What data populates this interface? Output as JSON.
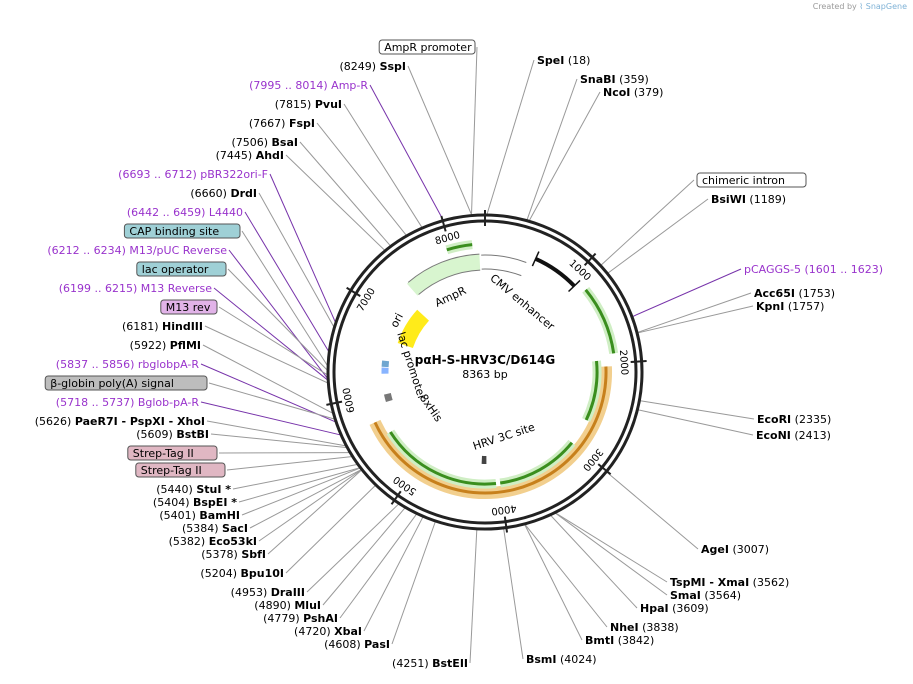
{
  "credit": {
    "prefix": "Created by",
    "logo": "dna-helix-icon",
    "brand": "SnapGene"
  },
  "plasmid": {
    "name": "pαH-S-HRV3C/D614G",
    "length_label": "8363 bp",
    "length": 8363
  },
  "colors": {
    "enzyme": "#000000",
    "primer": "#9933cc",
    "leader": "#999999",
    "feature_line": "#7733aa"
  },
  "ticks": [
    "1000",
    "2000",
    "3000",
    "4000",
    "5000",
    "6000",
    "7000",
    "8000"
  ],
  "left_labels": [
    {
      "kind": "box",
      "text": "AmpR promoter",
      "fill": "#ffffff",
      "stroke": "#555555"
    },
    {
      "kind": "enz",
      "pos": "(8249)",
      "name": "SspI"
    },
    {
      "kind": "primer",
      "text": "(7995 .. 8014)  Amp-R"
    },
    {
      "kind": "enz",
      "pos": "(7815)",
      "name": "PvuI"
    },
    {
      "kind": "enz",
      "pos": "(7667)",
      "name": "FspI"
    },
    {
      "kind": "enz",
      "pos": "(7506)",
      "name": "BsaI"
    },
    {
      "kind": "enz",
      "pos": "(7445)",
      "name": "AhdI"
    },
    {
      "kind": "primer",
      "text": "(6693 .. 6712)  pBR322ori-F"
    },
    {
      "kind": "enz",
      "pos": "(6660)",
      "name": "DrdI"
    },
    {
      "kind": "primer",
      "text": "(6442 .. 6459)  L4440"
    },
    {
      "kind": "box",
      "text": "CAP binding site",
      "fill": "#9fd0d6",
      "stroke": "#555555"
    },
    {
      "kind": "primer",
      "text": "(6212 .. 6234)  M13/pUC Reverse"
    },
    {
      "kind": "box",
      "text": "lac operator",
      "fill": "#9fd0d6",
      "stroke": "#555555"
    },
    {
      "kind": "primer",
      "text": "(6199 .. 6215)  M13 Reverse"
    },
    {
      "kind": "box",
      "text": "M13 rev",
      "fill": "#e1b3e8",
      "stroke": "#555555"
    },
    {
      "kind": "enz",
      "pos": "(6181)",
      "name": "HindIII"
    },
    {
      "kind": "enz",
      "pos": "(5922)",
      "name": "PflMI"
    },
    {
      "kind": "primer",
      "text": "(5837 .. 5856)  rbglobpA-R"
    },
    {
      "kind": "box",
      "text": "β-globin poly(A) signal",
      "fill": "#bdbdbd",
      "stroke": "#555555"
    },
    {
      "kind": "primer",
      "text": "(5718 .. 5737)  Bglob-pA-R"
    },
    {
      "kind": "enz",
      "pos": "(5626)",
      "name": "PaeR7I  - PspXI  - XhoI"
    },
    {
      "kind": "enz",
      "pos": "(5609)",
      "name": "BstBI"
    },
    {
      "kind": "box",
      "text": "Strep-Tag II",
      "fill": "#e0b7c3",
      "stroke": "#555555"
    },
    {
      "kind": "box",
      "text": "Strep-Tag II",
      "fill": "#e0b7c3",
      "stroke": "#555555"
    },
    {
      "kind": "enz",
      "pos": "(5440)",
      "name": "StuI  *"
    },
    {
      "kind": "enz",
      "pos": "(5404)",
      "name": "BspEI  *"
    },
    {
      "kind": "enz",
      "pos": "(5401)",
      "name": "BamHI"
    },
    {
      "kind": "enz",
      "pos": "(5384)",
      "name": "SacI"
    },
    {
      "kind": "enz",
      "pos": "(5382)",
      "name": "Eco53kI"
    },
    {
      "kind": "enz",
      "pos": "(5378)",
      "name": "SbfI"
    },
    {
      "kind": "enz",
      "pos": "(5204)",
      "name": "Bpu10I"
    },
    {
      "kind": "enz",
      "pos": "(4953)",
      "name": "DraIII"
    },
    {
      "kind": "enz",
      "pos": "(4890)",
      "name": "MluI"
    },
    {
      "kind": "enz",
      "pos": "(4779)",
      "name": "PshAI"
    },
    {
      "kind": "enz",
      "pos": "(4720)",
      "name": "XbaI"
    },
    {
      "kind": "enz",
      "pos": "(4608)",
      "name": "PasI"
    },
    {
      "kind": "enz",
      "pos": "(4251)",
      "name": "BstEII"
    }
  ],
  "right_labels": [
    {
      "kind": "enz",
      "name": "SpeI",
      "pos": "(18)"
    },
    {
      "kind": "enz",
      "name": "SnaBI",
      "pos": "(359)"
    },
    {
      "kind": "enz",
      "name": "NcoI",
      "pos": "(379)"
    },
    {
      "kind": "box",
      "text": "chimeric intron",
      "fill": "#ffffff",
      "stroke": "#555555"
    },
    {
      "kind": "enz",
      "name": "BsiWI",
      "pos": "(1189)"
    },
    {
      "kind": "primer",
      "text": "pCAGGS-5     (1601 .. 1623)"
    },
    {
      "kind": "enz",
      "name": "Acc65I",
      "pos": "(1753)"
    },
    {
      "kind": "enz",
      "name": "KpnI",
      "pos": "(1757)"
    },
    {
      "kind": "enz",
      "name": "EcoRI",
      "pos": "(2335)"
    },
    {
      "kind": "enz",
      "name": "EcoNI",
      "pos": "(2413)"
    },
    {
      "kind": "enz",
      "name": "AgeI",
      "pos": "(3007)"
    },
    {
      "kind": "enz",
      "name": "TspMI  - XmaI",
      "pos": "(3562)"
    },
    {
      "kind": "enz",
      "name": "SmaI",
      "pos": "(3564)"
    },
    {
      "kind": "enz",
      "name": "HpaI",
      "pos": "(3609)"
    },
    {
      "kind": "enz",
      "name": "NheI",
      "pos": "(3838)"
    },
    {
      "kind": "enz",
      "name": "BmtI",
      "pos": "(3842)"
    },
    {
      "kind": "enz",
      "name": "BsmI",
      "pos": "(4024)"
    }
  ],
  "inner_labels": [
    "AmpR",
    "CMV enhancer",
    "ori",
    "lac promoter",
    "8xHis",
    "HRV 3C site"
  ]
}
